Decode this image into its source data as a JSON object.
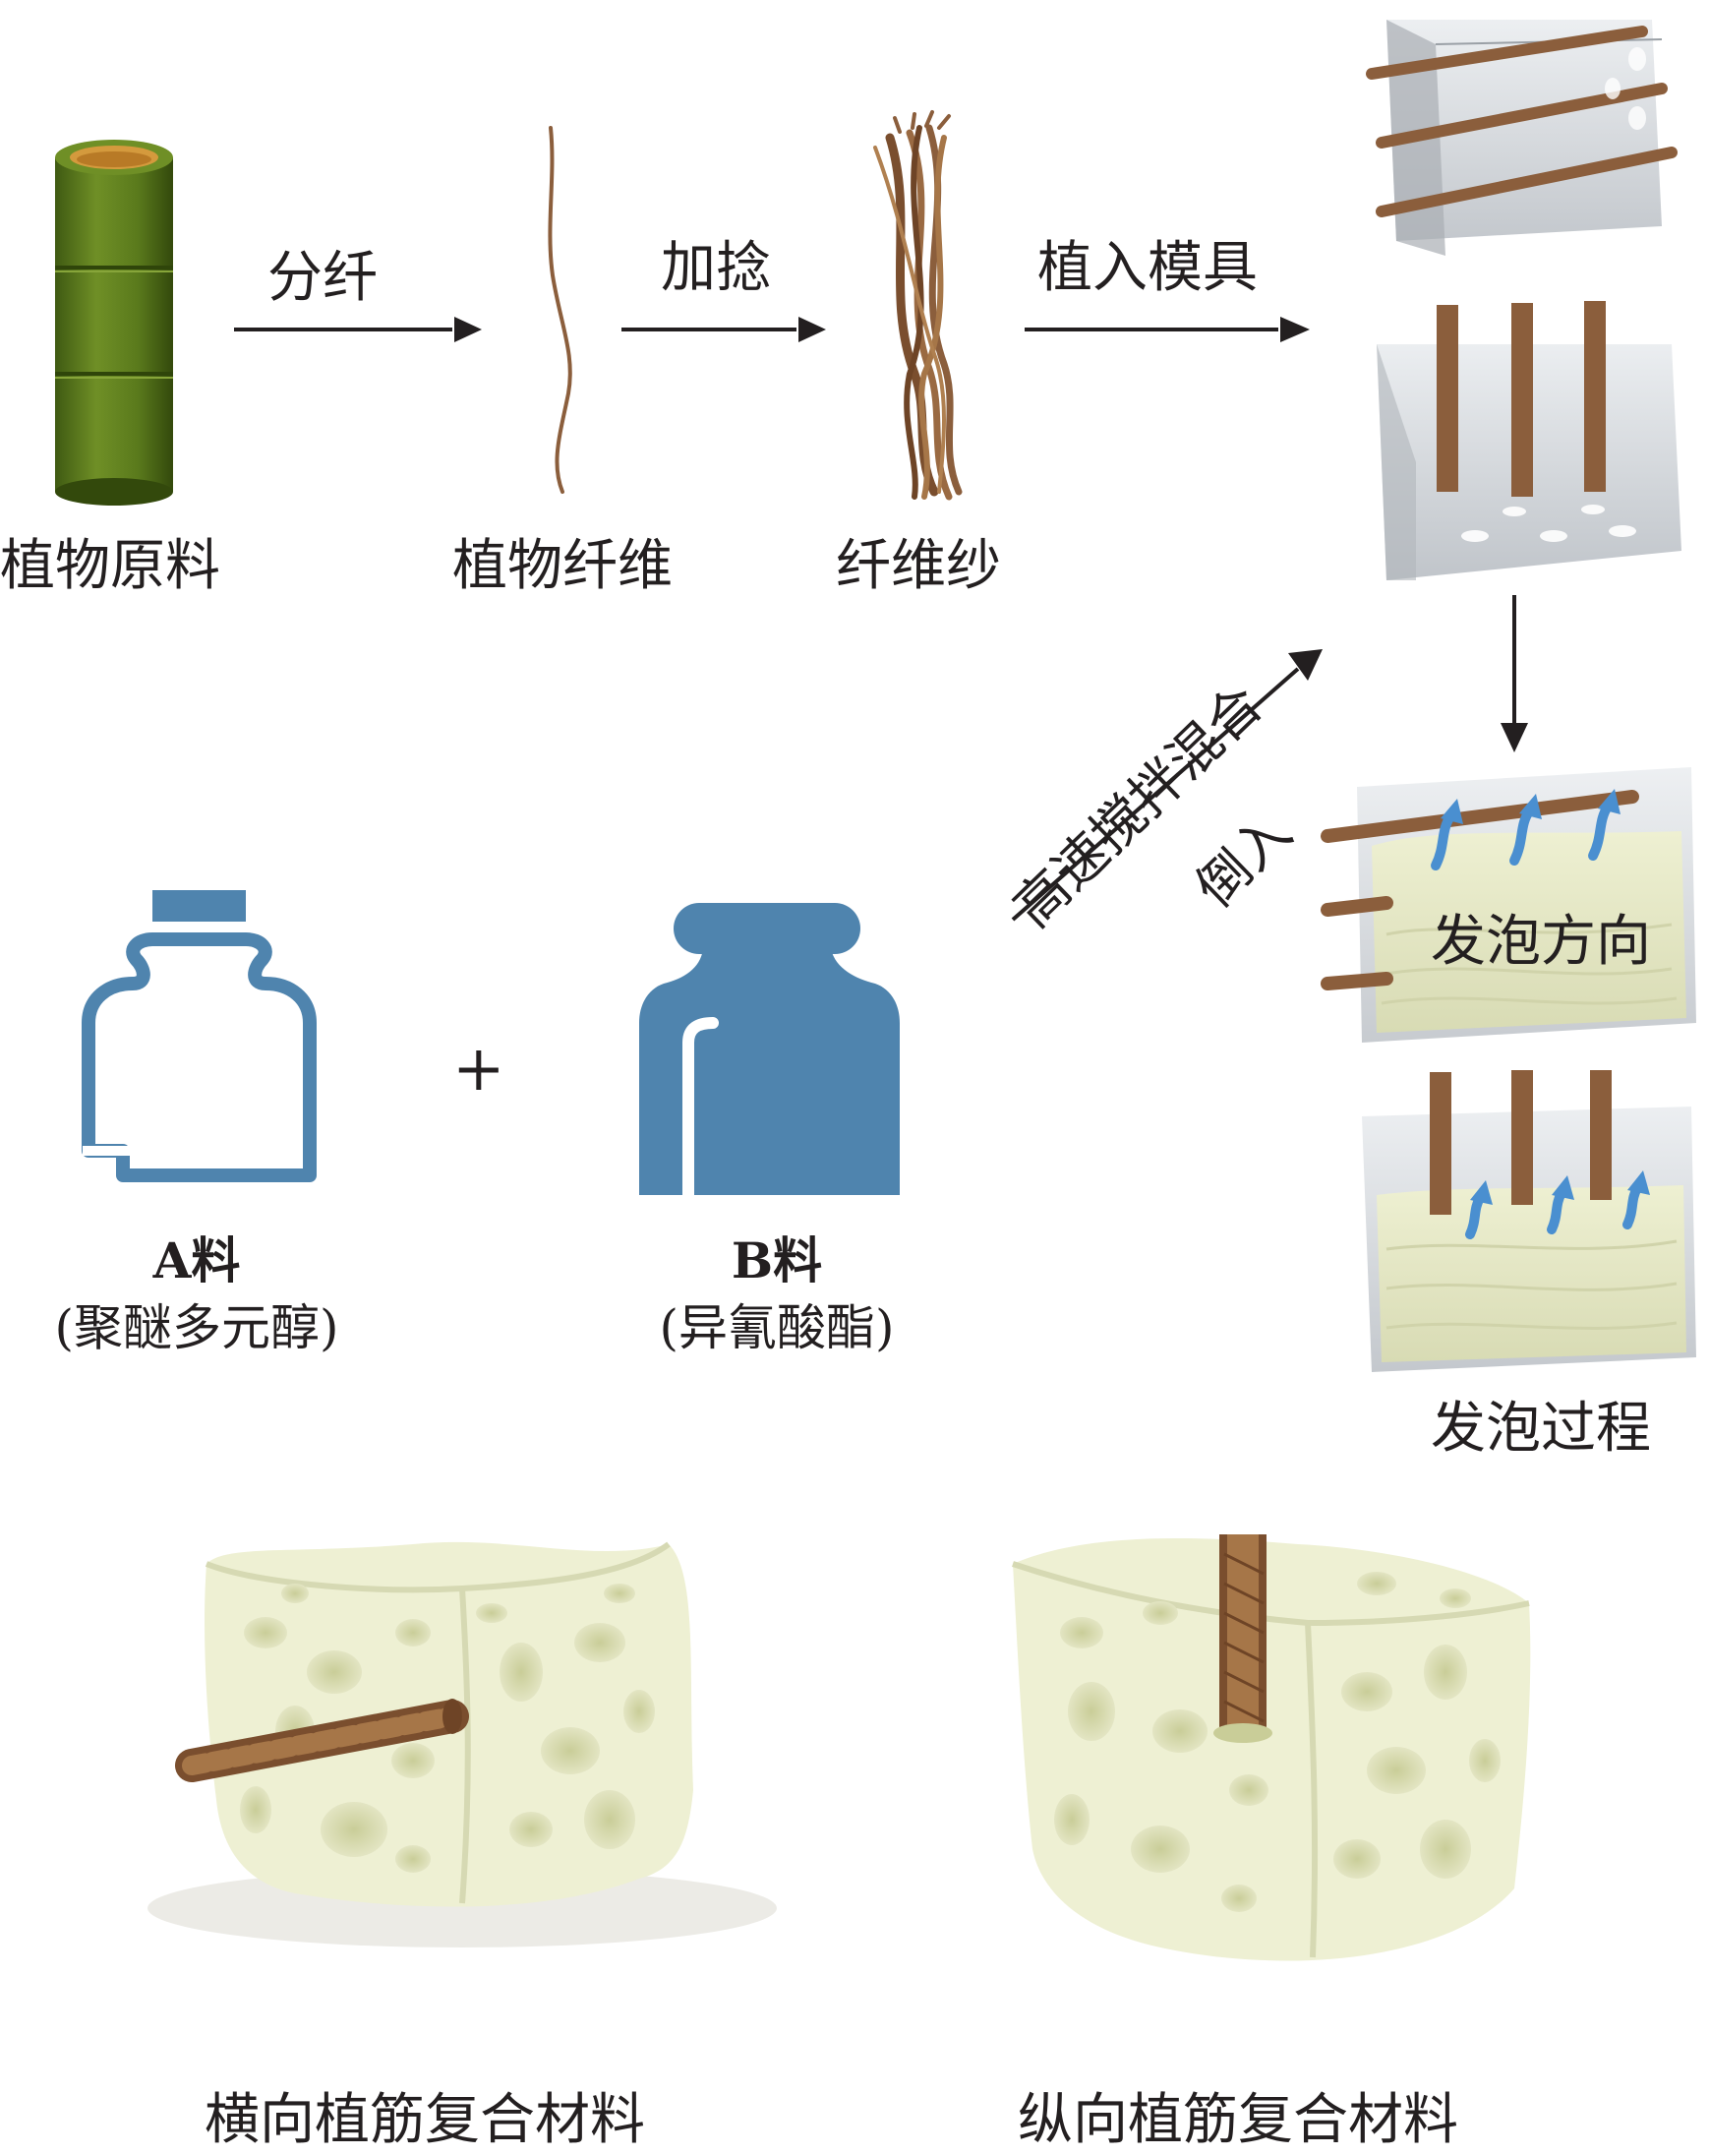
{
  "steps": {
    "raw_material": "植物原料",
    "fiber": "植物纤维",
    "yarn": "纤维纱"
  },
  "arrows": {
    "separate": "分纤",
    "twist": "加捻",
    "implant": "植入模具",
    "mix": "高速搅拌混合",
    "pour": "倒入"
  },
  "components": {
    "plus": "+",
    "a_name": "A料",
    "a_detail": "(聚醚多元醇)",
    "b_name": "B料",
    "b_detail": "(异氰酸酯)"
  },
  "foaming": {
    "direction": "发泡方向",
    "process": "发泡过程"
  },
  "results": {
    "transverse": "横向植筋复合材料",
    "longitudinal": "纵向植筋复合材料"
  },
  "colors": {
    "bottle_blue": "#4f84ae",
    "bamboo_green": "#5f7d1f",
    "fiber_brown": "#8b5e3c",
    "foam_cream": "#e9e9c9",
    "mold_gray": "#c9ced4",
    "arrow_blue": "#4a8fd0"
  }
}
